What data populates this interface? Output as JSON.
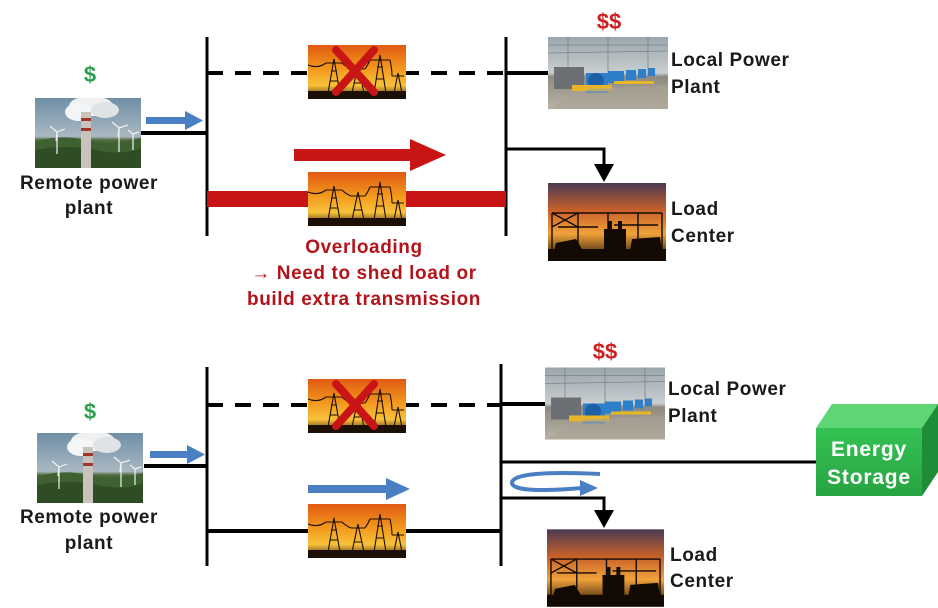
{
  "top": {
    "remote_cost": "$",
    "local_cost": "$$",
    "remote_label_line1": "Remote power",
    "remote_label_line2": "plant",
    "local_label_line1": "Local Power",
    "local_label_line2": "Plant",
    "load_label_line1": "Load",
    "load_label_line2": "Center",
    "warning_line1": "Overloading",
    "warning_line2": "→ Need to shed load or",
    "warning_line3": "build extra transmission"
  },
  "bottom": {
    "remote_cost": "$",
    "local_cost": "$$",
    "remote_label_line1": "Remote power",
    "remote_label_line2": "plant",
    "local_label_line1": "Local Power",
    "local_label_line2": "Plant",
    "load_label_line1": "Load",
    "load_label_line2": "Center",
    "storage_line1": "Energy",
    "storage_line2": "Storage"
  },
  "colors": {
    "overload_red": "#c81414",
    "flow_blue": "#4a7fc4",
    "storage_green": "#2fb34a",
    "cost_green": "#2e9e4f",
    "cost_red": "#cc1f1f"
  },
  "icons": {
    "remote_plant": "remote-power-plant-photo",
    "local_plant": "local-power-plant-photo",
    "transmission": "transmission-tower-photo",
    "load": "load-center-substation-photo",
    "outage": "red-x-icon"
  }
}
